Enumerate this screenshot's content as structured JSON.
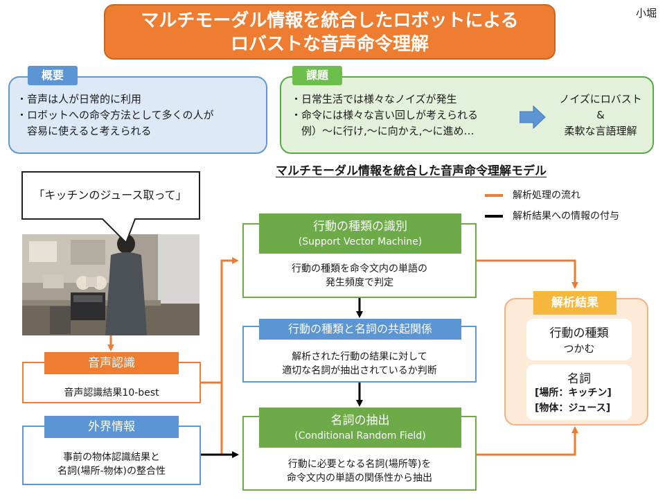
{
  "title": {
    "line1": "マルチモーダル情報を統合したロボットによる",
    "line2": "ロバストな音声命令理解",
    "author": "小堀"
  },
  "overview": {
    "tab": "概要",
    "items": [
      "・音声は人が日常的に利用",
      "・ロボットへの命令方法として多くの人が",
      "　容易に使えると考えられる"
    ]
  },
  "issue": {
    "tab": "課題",
    "items": [
      "・日常生活では様々なノイズが発生",
      "・命令には様々な言い回しが考えられる",
      "　例）～に行け,～に向かえ,～に進め…"
    ],
    "result": [
      "ノイズにロバスト",
      "&",
      "柔軟な言語理解"
    ]
  },
  "model_title": "マルチモーダル情報を統合した音声命令理解モデル",
  "legend": {
    "flow": "解析処理の流れ",
    "info": "解析結果への情報の付与"
  },
  "speech_bubble": "「キッチンのジュース取って」",
  "speech_recognition": {
    "header": "音声認識",
    "body": "音声認識結果10-best"
  },
  "external_info": {
    "header": "外界情報",
    "lines": [
      "事前の物体認識結果と",
      "名詞(場所-物体)の整合性"
    ]
  },
  "action_identification": {
    "title": "行動の種類の識別",
    "subtitle": "(Support Vector Machine)",
    "lines": [
      "行動の種類を命令文内の単語の",
      "発生頻度で判定"
    ]
  },
  "cooccurrence": {
    "title": "行動の種類と名詞の共起関係",
    "lines": [
      "解析された行動の結果に対して",
      "適切な名詞が抽出されているか判断"
    ]
  },
  "noun_extraction": {
    "title": "名詞の抽出",
    "subtitle": "(Conditional Random Field)",
    "lines": [
      "行動に必要となる名詞(場所等)を",
      "命令文内の単語の関係性から抽出"
    ]
  },
  "result": {
    "tab": "解析結果",
    "action_label": "行動の種類",
    "action_value": "つかむ",
    "noun_label": "名詞",
    "place": "[場所：キッチン]",
    "object": "[物体：ジュース]"
  },
  "colors": {
    "orange": "#ee7d31",
    "green": "#6cab48",
    "blue": "#5b95d3",
    "light_blue": "#dde9f6",
    "light_green": "#e3f1db",
    "peach": "#fdebd8",
    "yellow_tab": "#f6b73c"
  }
}
